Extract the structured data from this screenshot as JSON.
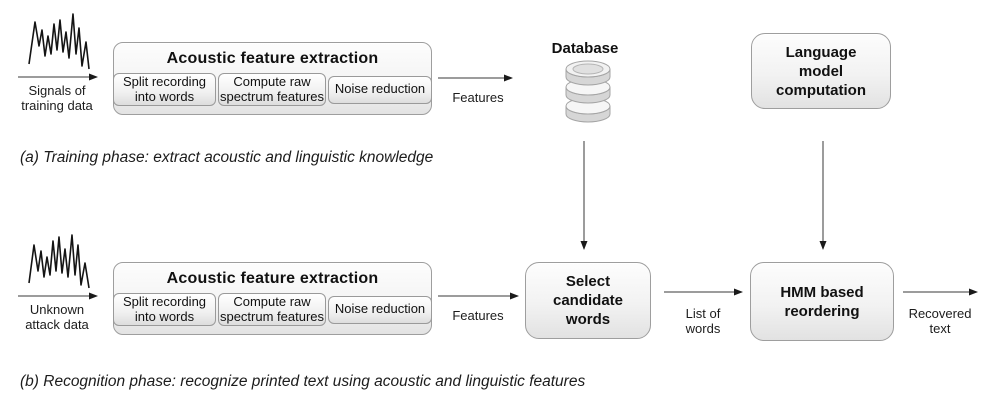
{
  "diagram": {
    "afe": {
      "title": "Acoustic feature extraction",
      "steps": [
        "Split recording\ninto words",
        "Compute raw\nspectrum features",
        "Noise reduction"
      ]
    },
    "phase_a": {
      "source_label": "Signals of\ntraining data",
      "features_label": "Features",
      "database_label": "Database",
      "language_model_label": "Language\nmodel\ncomputation",
      "caption": "(a) Training phase: extract acoustic and linguistic knowledge"
    },
    "phase_b": {
      "source_label": "Unknown\nattack data",
      "features_label": "Features",
      "select_candidate_label": "Select\ncandidate\nwords",
      "list_of_words_label": "List of\nwords",
      "hmm_label": "HMM based\nreordering",
      "recovered_label": "Recovered\ntext",
      "caption": "(b) Recognition phase: recognize printed text using acoustic and linguistic features"
    },
    "icons": {
      "waveform_training": "waveform-icon",
      "waveform_attack": "waveform-icon",
      "database": "database-cylinder-icon",
      "arrowhead": "arrowhead-icon"
    },
    "colors": {
      "line": "#1a1a1a",
      "box_border": "#9e9e9e",
      "box_fill_top": "#fdfdfd",
      "box_fill_bottom": "#e3e3e3",
      "text": "#111111",
      "background": "#ffffff"
    }
  }
}
